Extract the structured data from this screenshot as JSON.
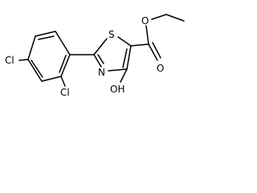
{
  "molecule": {
    "atoms": {
      "cl_para": "Cl",
      "cl_ortho": "Cl",
      "ring_sulfur": "S",
      "ring_nitrogen": "N",
      "hydroxyl": "OH",
      "carbonyl_oxygen": "O",
      "ester_oxygen": "O"
    }
  }
}
